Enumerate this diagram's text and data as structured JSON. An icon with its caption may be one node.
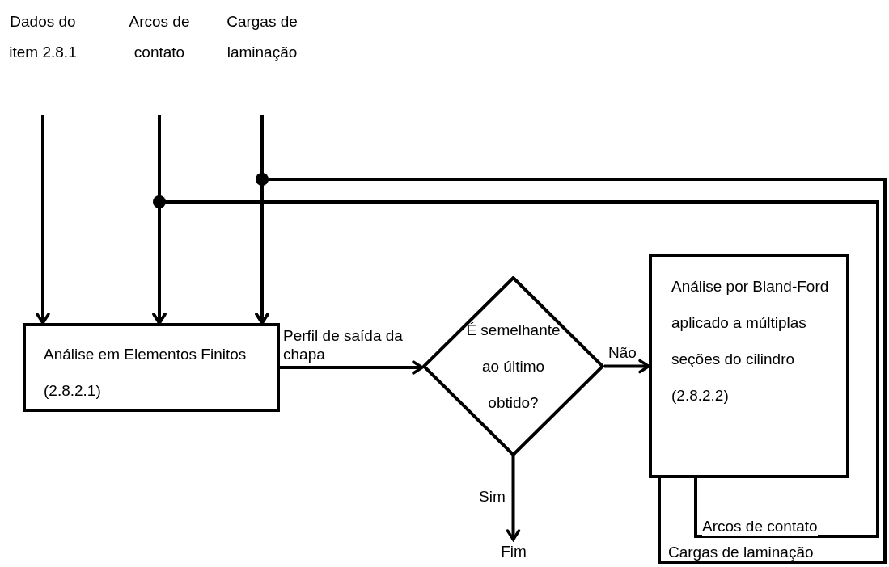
{
  "diagram": {
    "nodes": [
      {
        "text": [
          "Dados do item 2.8.1"
        ]
      },
      {
        "text": [
          "Arcos de contato"
        ]
      },
      {
        "text": [
          "Cargas de laminação"
        ]
      },
      {
        "text": [
          "Análise em Elementos Finitos (2.8.2.1)"
        ]
      },
      {
        "text": [
          "É semelhante ao último obtido?"
        ]
      },
      {
        "text": [
          "Análise por Bland-Ford aplicado a múltiplas seções do cilindro (2.8.2.2)"
        ]
      },
      {
        "text": [
          "Fim"
        ]
      }
    ],
    "edges": [
      {
        "from": 0,
        "to": 3,
        "arrow": "to"
      },
      {
        "from": 1,
        "to": 3,
        "arrow": "to"
      },
      {
        "from": 2,
        "to": 3,
        "arrow": "to"
      },
      {
        "from": 3,
        "to": 4,
        "arrow": "to",
        "label": "Perfil de saída da chapa"
      },
      {
        "from": 4,
        "to": 5,
        "arrow": "to",
        "label": "Não"
      },
      {
        "from": 4,
        "to": 6,
        "arrow": "to",
        "label": "Sim"
      },
      {
        "from": 5,
        "to": 3,
        "arrow": "to",
        "label": "Arcos de contato"
      },
      {
        "from": 5,
        "to": 3,
        "arrow": "to",
        "label": "Cargas de laminação"
      }
    ]
  }
}
